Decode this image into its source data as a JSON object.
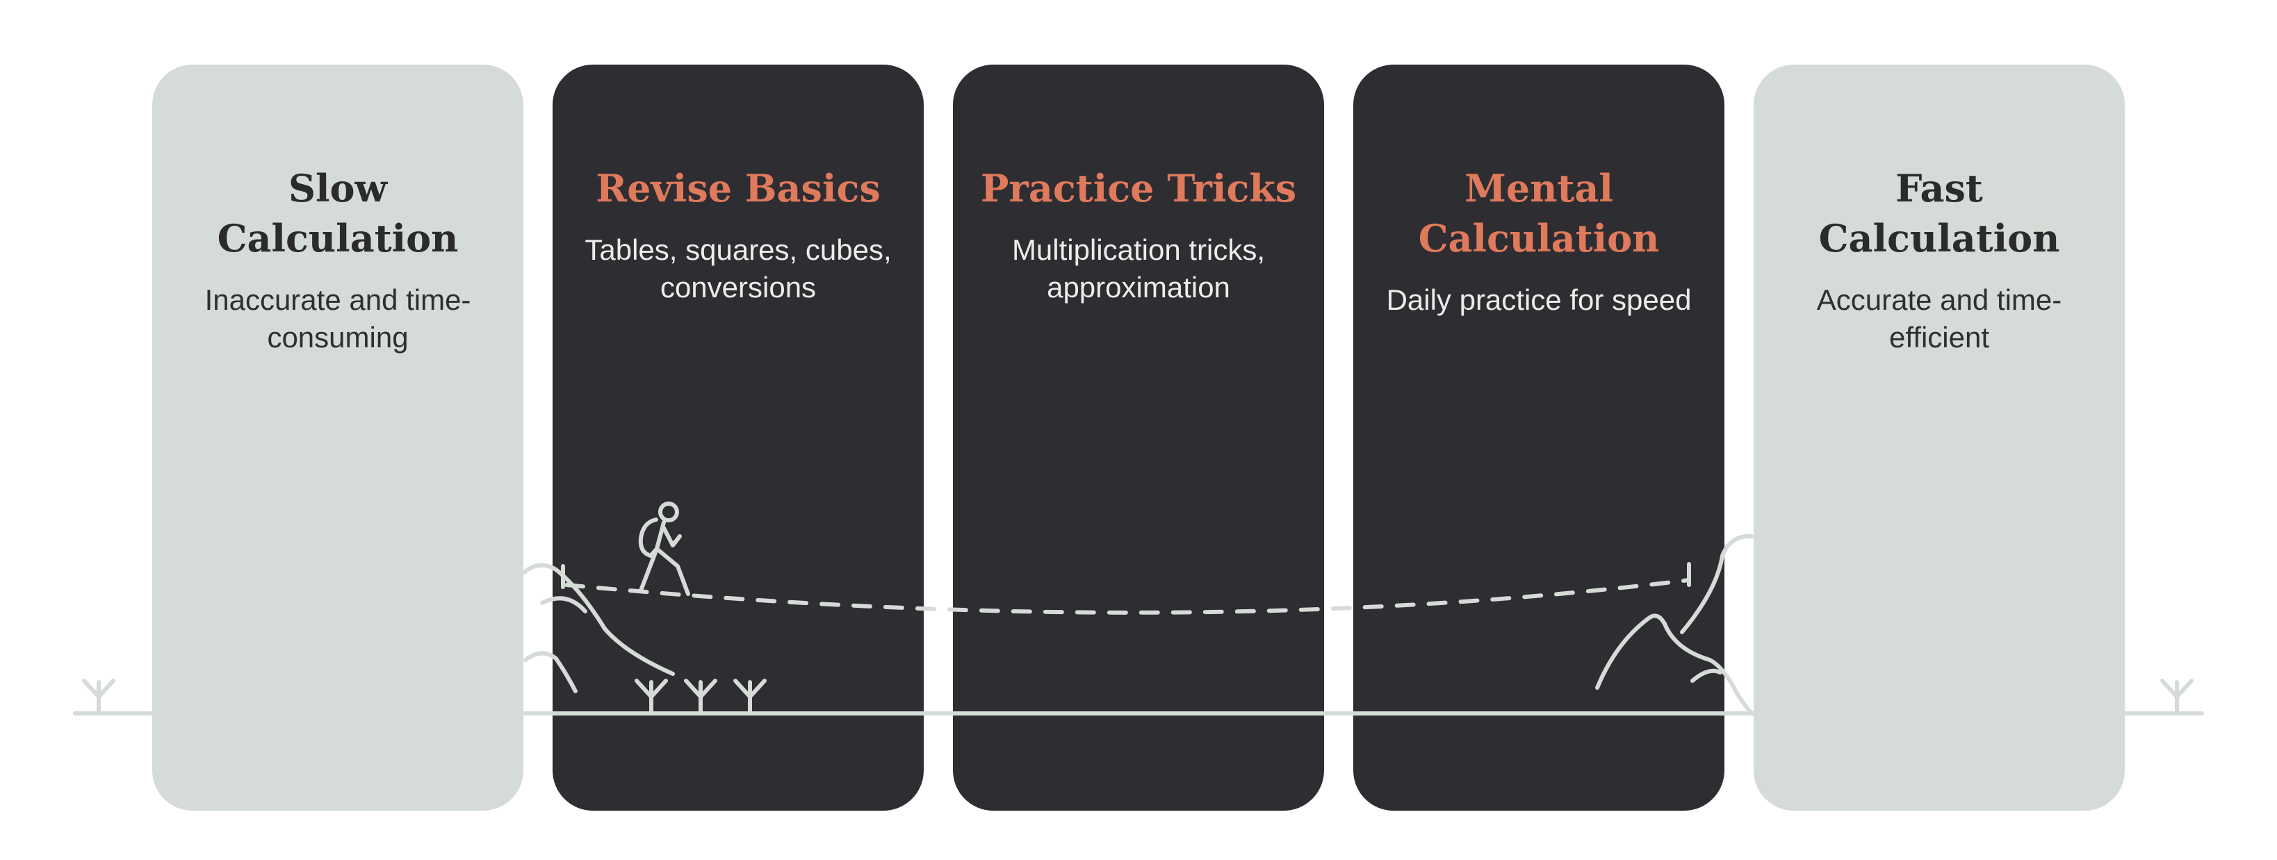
{
  "stages": [
    {
      "title": "Slow Calculation",
      "description": "Inaccurate and time-consuming",
      "tone": "light"
    },
    {
      "title": "Revise Basics",
      "description": "Tables, squares, cubes, conversions",
      "tone": "dark"
    },
    {
      "title": "Practice Tricks",
      "description": "Multiplication tricks, approximation",
      "tone": "dark"
    },
    {
      "title": "Mental Calculation",
      "description": "Daily practice for speed",
      "tone": "dark"
    },
    {
      "title": "Fast Calculation",
      "description": "Accurate and time-efficient",
      "tone": "light"
    }
  ],
  "colors": {
    "light_card": "#d5dbd6",
    "dark_card": "#2e2d32",
    "accent_title": "#e07a5c",
    "illustration_line": "#d5dbd6"
  },
  "icons": [
    "hiker-icon",
    "hill-icon",
    "sprout-icon",
    "dashed-path"
  ]
}
